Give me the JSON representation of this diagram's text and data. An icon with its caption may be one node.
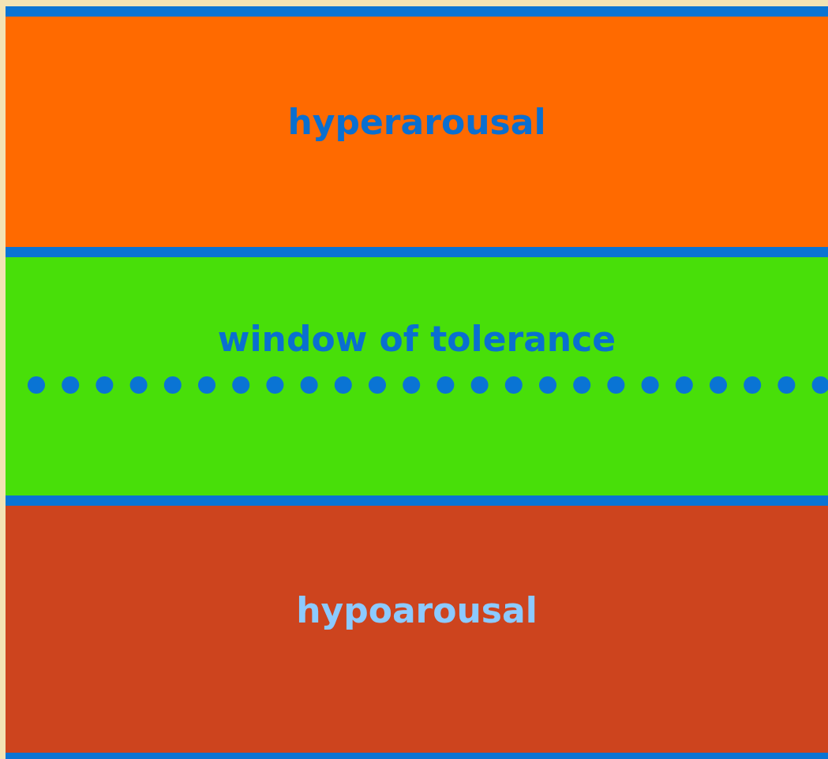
{
  "diagram": {
    "nodes": [
      {
        "text": [
          "hyperarousal"
        ]
      },
      {
        "text": [
          "window of tolerance"
        ]
      },
      {
        "text": [
          "hypoarousal"
        ]
      }
    ]
  }
}
